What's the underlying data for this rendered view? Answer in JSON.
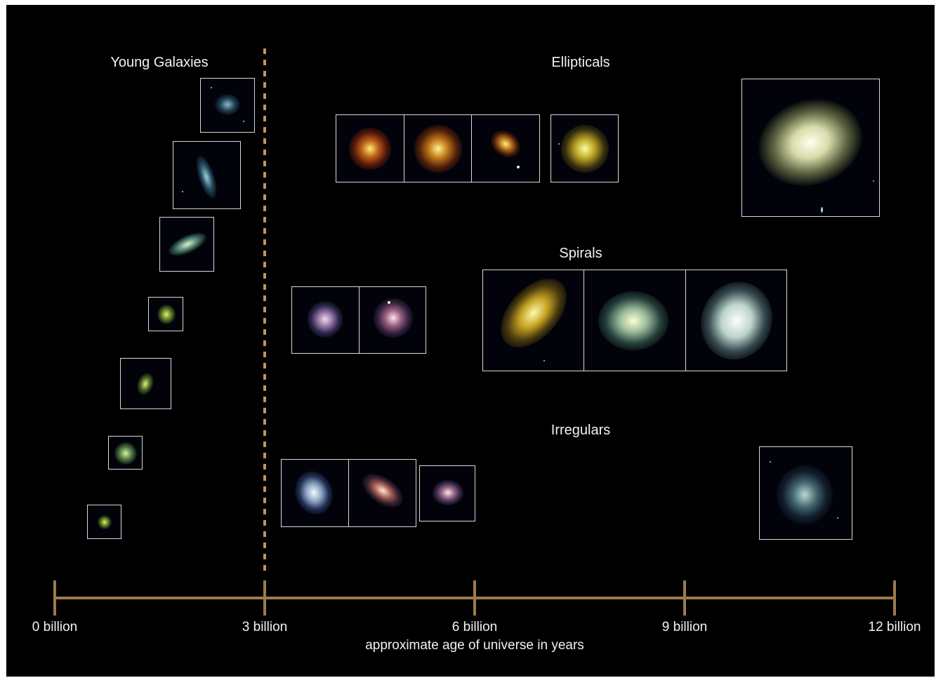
{
  "headings": {
    "young": "Young Galaxies",
    "ellipticals": "Ellipticals",
    "spirals": "Spirals",
    "irregulars": "Irregulars"
  },
  "timeline": {
    "ticks": [
      "0 billion",
      "3 billion",
      "6 billion",
      "9 billion",
      "12 billion"
    ],
    "title": "approximate age of universe in years",
    "axis_color": "#9c7a4e",
    "divider_color": "#c0935f"
  },
  "colors": {
    "background": "#000000",
    "frame": "#d8d8d8",
    "text": "#f2f2f2"
  },
  "galaxies": {
    "young_count": 7,
    "ellipticals_count": 5,
    "spirals_count": 5,
    "irregulars_count": 4
  }
}
